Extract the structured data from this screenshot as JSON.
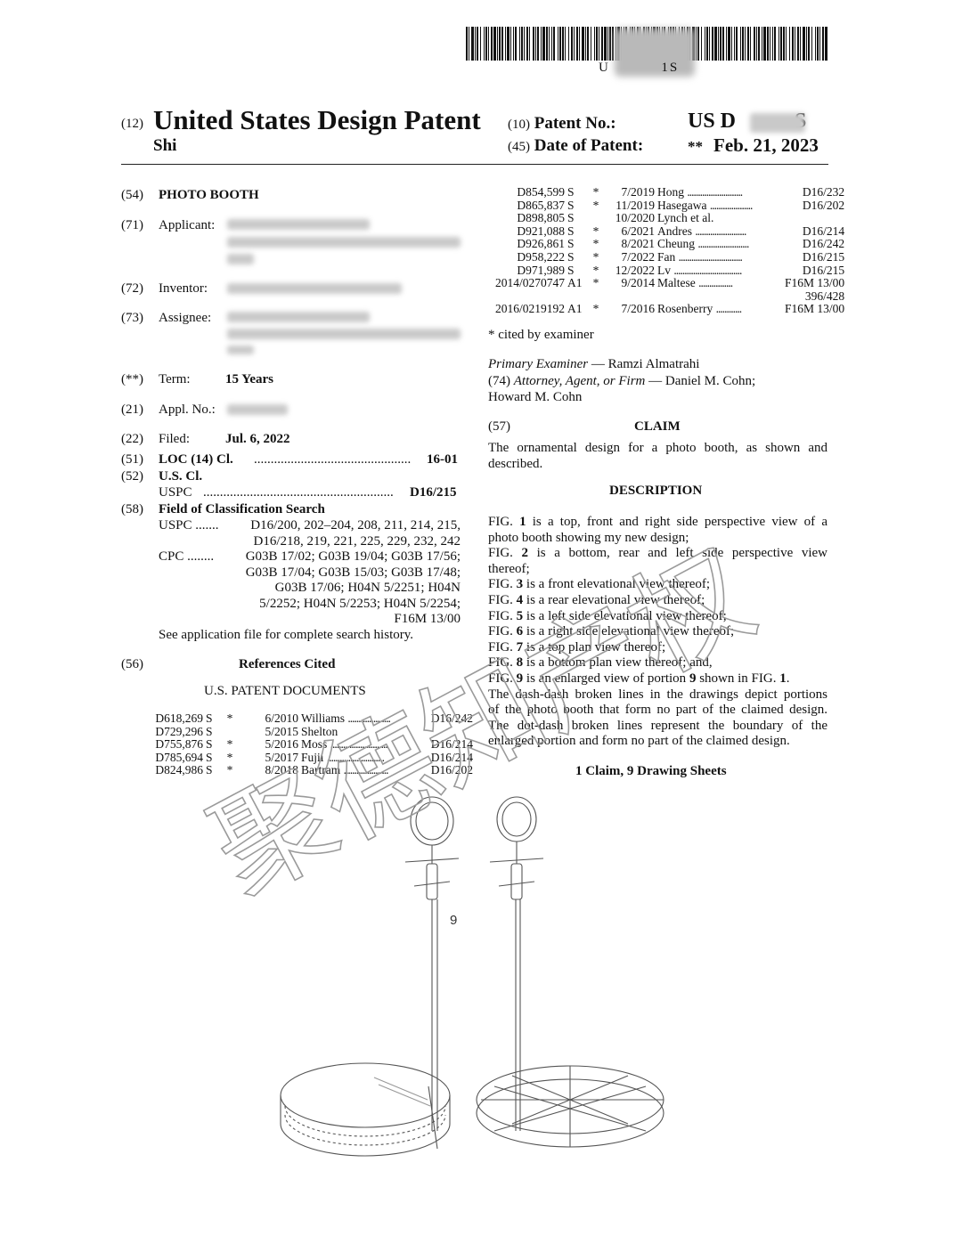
{
  "barcode_number": "U          1S",
  "header": {
    "code12": "(12)",
    "title": "United States Design Patent",
    "inventor_surname": "Shi",
    "code10": "(10)",
    "patent_no_label": "Patent No.:",
    "patent_no": "US D           S",
    "code45": "(45)",
    "date_label": "Date of Patent:",
    "date_stars": "**",
    "date": "Feb. 21, 2023"
  },
  "left": {
    "c54": "(54)",
    "title": "PHOTO BOOTH",
    "c71": "(71)",
    "applicant_label": "Applicant:",
    "c72": "(72)",
    "inventor_label": "Inventor:",
    "c73": "(73)",
    "assignee_label": "Assignee:",
    "c_term": "(**)",
    "term_label": "Term:",
    "term": "15 Years",
    "c21": "(21)",
    "appl_label": "Appl. No.:",
    "c22": "(22)",
    "filed_label": "Filed:",
    "filed": "Jul. 6, 2022",
    "c51": "(51)",
    "loc_label": "LOC (14) Cl.",
    "loc_dots": "...............................................",
    "loc": "16-01",
    "c52": "(52)",
    "uscl_label": "U.S. Cl.",
    "uspc_label": "USPC",
    "uspc_dots": ".........................................................",
    "uspc": "D16/215",
    "c58": "(58)",
    "field_label": "Field of Classification Search",
    "fs_uspc_label": "USPC .......",
    "fs_uspc_1": "D16/200, 202–204, 208, 211, 214, 215,",
    "fs_uspc_2": "D16/218, 219, 221, 225, 229, 232, 242",
    "fs_cpc_label": "CPC ........",
    "fs_cpc_1": "G03B 17/02; G03B 19/04; G03B 17/56;",
    "fs_cpc_2": "G03B 17/04; G03B 15/03; G03B 17/48;",
    "fs_cpc_3": "G03B 17/06; H04N 5/2251; H04N",
    "fs_cpc_4": "5/2252; H04N 5/2253; H04N 5/2254;",
    "fs_cpc_5": "F16M 13/00",
    "see_app": "See application file for complete search history.",
    "c56": "(56)",
    "refs_label": "References Cited",
    "us_docs": "U.S. PATENT DOCUMENTS",
    "refs": [
      {
        "no": "D618,269",
        "kind": "S",
        "star": "*",
        "date": "6/2010",
        "name": "Williams",
        "dots": "....................",
        "cl": "D16/242"
      },
      {
        "no": "D729,296",
        "kind": "S",
        "star": "",
        "date": "5/2015",
        "name": "Shelton",
        "dots": "",
        "cl": ""
      },
      {
        "no": "D755,876",
        "kind": "S",
        "star": "*",
        "date": "5/2016",
        "name": "Moss",
        "dots": "...........................",
        "cl": "D16/214"
      },
      {
        "no": "D785,694",
        "kind": "S",
        "star": "*",
        "date": "5/2017",
        "name": "Fujii",
        "dots": "...........................",
        "cl": "D16/214"
      },
      {
        "no": "D824,986",
        "kind": "S",
        "star": "*",
        "date": "8/2018",
        "name": "Bartram",
        "dots": ".....................",
        "cl": "D16/202"
      }
    ]
  },
  "right": {
    "refs": [
      {
        "no": "D854,599",
        "kind": "S",
        "star": "*",
        "date": "7/2019",
        "name": "Hong",
        "dots": "..........................",
        "cl": "D16/232"
      },
      {
        "no": "D865,837",
        "kind": "S",
        "star": "*",
        "date": "11/2019",
        "name": "Hasegawa",
        "dots": "....................",
        "cl": "D16/202"
      },
      {
        "no": "D898,805",
        "kind": "S",
        "star": "",
        "date": "10/2020",
        "name": "Lynch et al.",
        "dots": "",
        "cl": ""
      },
      {
        "no": "D921,088",
        "kind": "S",
        "star": "*",
        "date": "6/2021",
        "name": "Andres",
        "dots": "........................",
        "cl": "D16/214"
      },
      {
        "no": "D926,861",
        "kind": "S",
        "star": "*",
        "date": "8/2021",
        "name": "Cheung",
        "dots": "........................",
        "cl": "D16/242"
      },
      {
        "no": "D958,222",
        "kind": "S",
        "star": "*",
        "date": "7/2022",
        "name": "Fan",
        "dots": "..............................",
        "cl": "D16/215"
      },
      {
        "no": "D971,989",
        "kind": "S",
        "star": "*",
        "date": "12/2022",
        "name": "Lv",
        "dots": "................................",
        "cl": "D16/215"
      },
      {
        "no": "2014/0270747",
        "kind": "A1",
        "star": "*",
        "date": "9/2014",
        "name": "Maltese",
        "dots": "................",
        "cl": "F16M 13/00"
      },
      {
        "no": "",
        "kind": "",
        "star": "",
        "date": "",
        "name": "",
        "dots": "",
        "cl": "396/428"
      },
      {
        "no": "2016/0219192",
        "kind": "A1",
        "star": "*",
        "date": "7/2016",
        "name": "Rosenberry",
        "dots": "............",
        "cl": "F16M 13/00"
      }
    ],
    "cited": "* cited by examiner",
    "examiner_label": "Primary Examiner",
    "examiner": " — Ramzi Almatrahi",
    "c74": "(74)",
    "attorney_label": "Attorney, Agent, or Firm",
    "attorney": " — Daniel M. Cohn;",
    "attorney2": "Howard M. Cohn",
    "c57": "(57)",
    "claim_label": "CLAIM",
    "claim_1": "The ornamental design for a photo booth, as shown and",
    "claim_2": "described.",
    "desc_label": "DESCRIPTION",
    "desc": [
      "FIG. 1 is a top, front and right side perspective view of a",
      "photo booth showing my new design;",
      "FIG. 2 is a bottom, rear and left side perspective view",
      "thereof;",
      "FIG. 3 is a front elevational view thereof;",
      "FIG. 4 is a rear elevational view thereof;",
      "FIG. 5 is a left side elevational view thereof;",
      "FIG. 6 is a right side elevational view thereof;",
      "FIG. 7 is a top plan view thereof;",
      "FIG. 8 is a bottom plan view thereof; and,",
      "FIG. 9 is an enlarged view of portion 9 shown in FIG. 1.",
      "The dash-dash broken lines in the drawings depict portions",
      "of the photo booth that form no part of the claimed design.",
      "The dot-dash broken lines represent the boundary of the",
      "enlarged portion and form no part of the claimed design."
    ],
    "claims_sheets": "1 Claim, 9 Drawing Sheets"
  },
  "figure_label": "9",
  "watermark": "聚德知产权",
  "colors": {
    "text": "#111111",
    "watermark": "#9a9a9a",
    "redaction": "#c9c9c9"
  }
}
